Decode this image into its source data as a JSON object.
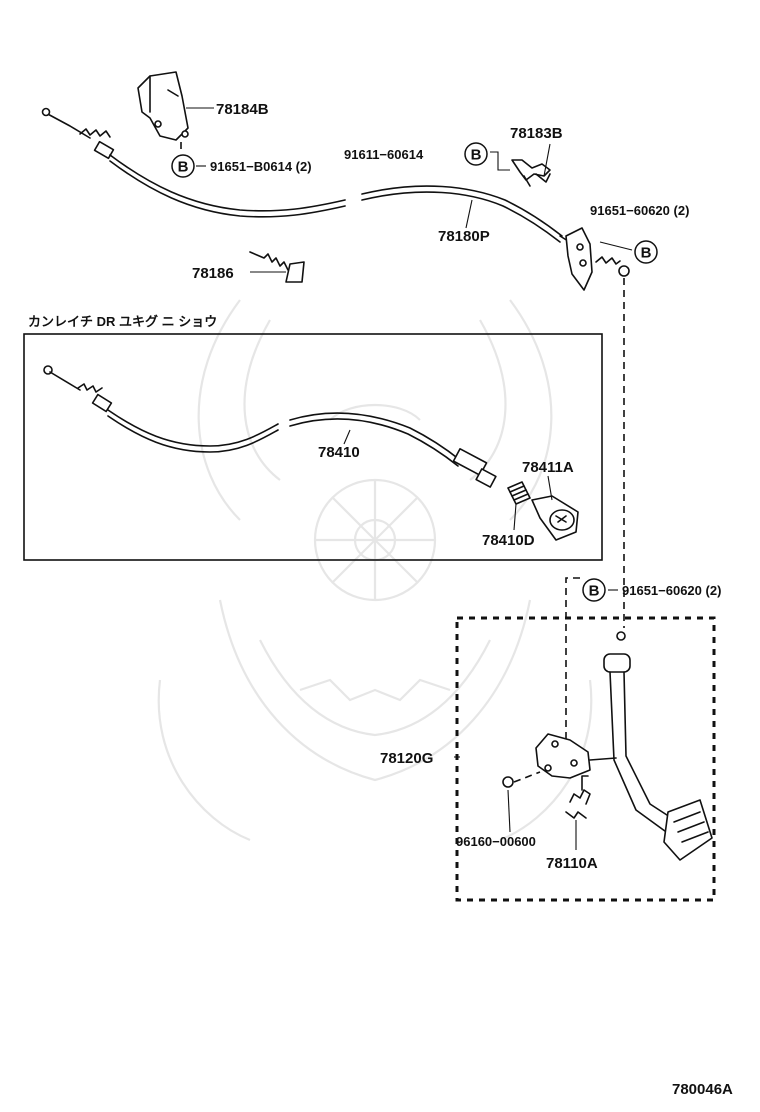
{
  "section_title": "カンレイチ DR ユキグ ニ ショウ",
  "diagram_code": "780046A",
  "badge_letter": "B",
  "parts": {
    "p78184B": "78184B",
    "p91651_B0614": "91651−B0614 (2)",
    "p91611_60614": "91611−60614",
    "p78183B": "78183B",
    "p91651_60620_upper": "91651−60620 (2)",
    "p78180P": "78180P",
    "p78186": "78186",
    "p78410": "78410",
    "p78411A": "78411A",
    "p78410D": "78410D",
    "p91651_60620_lower": "91651−60620 (2)",
    "p78120G": "78120G",
    "p96160_00600": "96160−00600",
    "p78110A": "78110A"
  }
}
